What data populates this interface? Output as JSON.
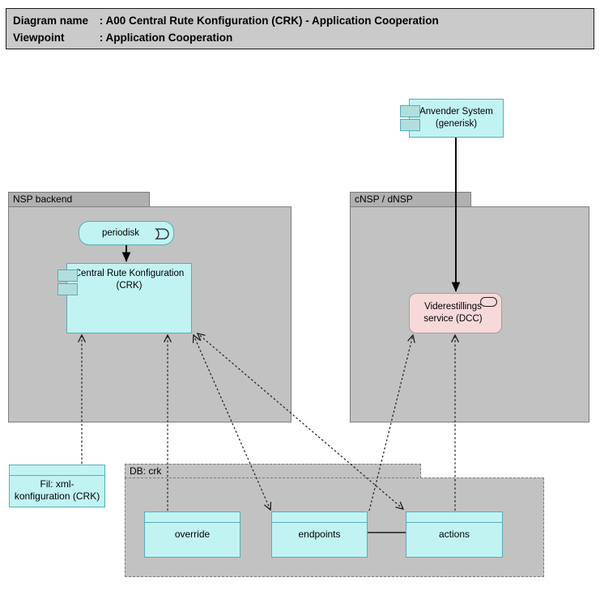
{
  "header": {
    "diagram_name_label": "Diagram name",
    "separator": " : ",
    "diagram_name_value": "A00 Central Rute Konfiguration (CRK) - Application Cooperation",
    "viewpoint_label": "Viewpoint",
    "viewpoint_value": "Application Cooperation"
  },
  "groups": {
    "nsp_backend": {
      "label": "NSP backend"
    },
    "cnsp_dnsp": {
      "label": "cNSP / dNSP"
    },
    "db_crk": {
      "label": "DB: crk"
    }
  },
  "nodes": {
    "anvender": {
      "line1": "Anvender System",
      "line2": "(generisk)"
    },
    "periodisk": {
      "label": "periodisk"
    },
    "crk": {
      "line1": "Central Rute Konfiguration",
      "line2": "(CRK)"
    },
    "dcc": {
      "line1": "Viderestillings",
      "line2": "service (DCC)"
    },
    "fil": {
      "line1": "Fil: xml-",
      "line2": "konfiguration (CRK)"
    },
    "override": {
      "label": "override"
    },
    "endpoints": {
      "label": "endpoints"
    },
    "actions": {
      "label": "actions"
    }
  },
  "colors": {
    "app_fill": "#c2f3f3",
    "app_border": "#5aacb4",
    "app_tab_fill": "#b2dede",
    "pink_fill": "#f8d9d9",
    "pink_border": "#a0a0a0",
    "group_fill": "#c2c2c2",
    "group_tab_fill": "#b0b0b0",
    "group_border": "#7d7d7d",
    "title_fill": "#cacaca",
    "title_border": "#1a1a1a",
    "line_color": "#1f1f1f"
  }
}
